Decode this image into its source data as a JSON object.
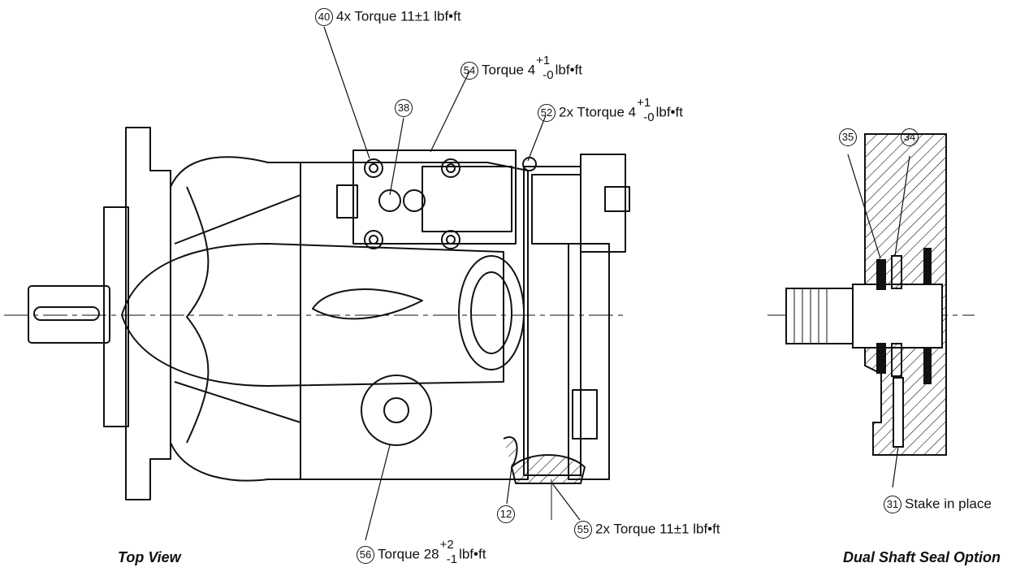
{
  "views": {
    "top_view_caption": "Top View",
    "seal_view_caption": "Dual Shaft Seal Option"
  },
  "callouts": [
    {
      "id": "40",
      "text": "4x Torque 11±1 lbf•ft"
    },
    {
      "id": "54",
      "text_pre": "Torque 4",
      "sup": "+1",
      "sub": "-0",
      "text_post": "lbf•ft"
    },
    {
      "id": "38",
      "text": ""
    },
    {
      "id": "52",
      "text_pre": "2x Ttorque 4",
      "sup": "+1",
      "sub": "-0",
      "text_post": "lbf•ft"
    },
    {
      "id": "35",
      "text": ""
    },
    {
      "id": "34",
      "text": ""
    },
    {
      "id": "12",
      "text": ""
    },
    {
      "id": "55",
      "text": "2x Torque 11±1 lbf•ft"
    },
    {
      "id": "56",
      "text_pre": "Torque 28",
      "sup": "+2",
      "sub": "-1",
      "text_post": "lbf•ft"
    },
    {
      "id": "31",
      "text": "Stake in place"
    }
  ],
  "colors": {
    "line": "#111111",
    "background": "#ffffff"
  }
}
